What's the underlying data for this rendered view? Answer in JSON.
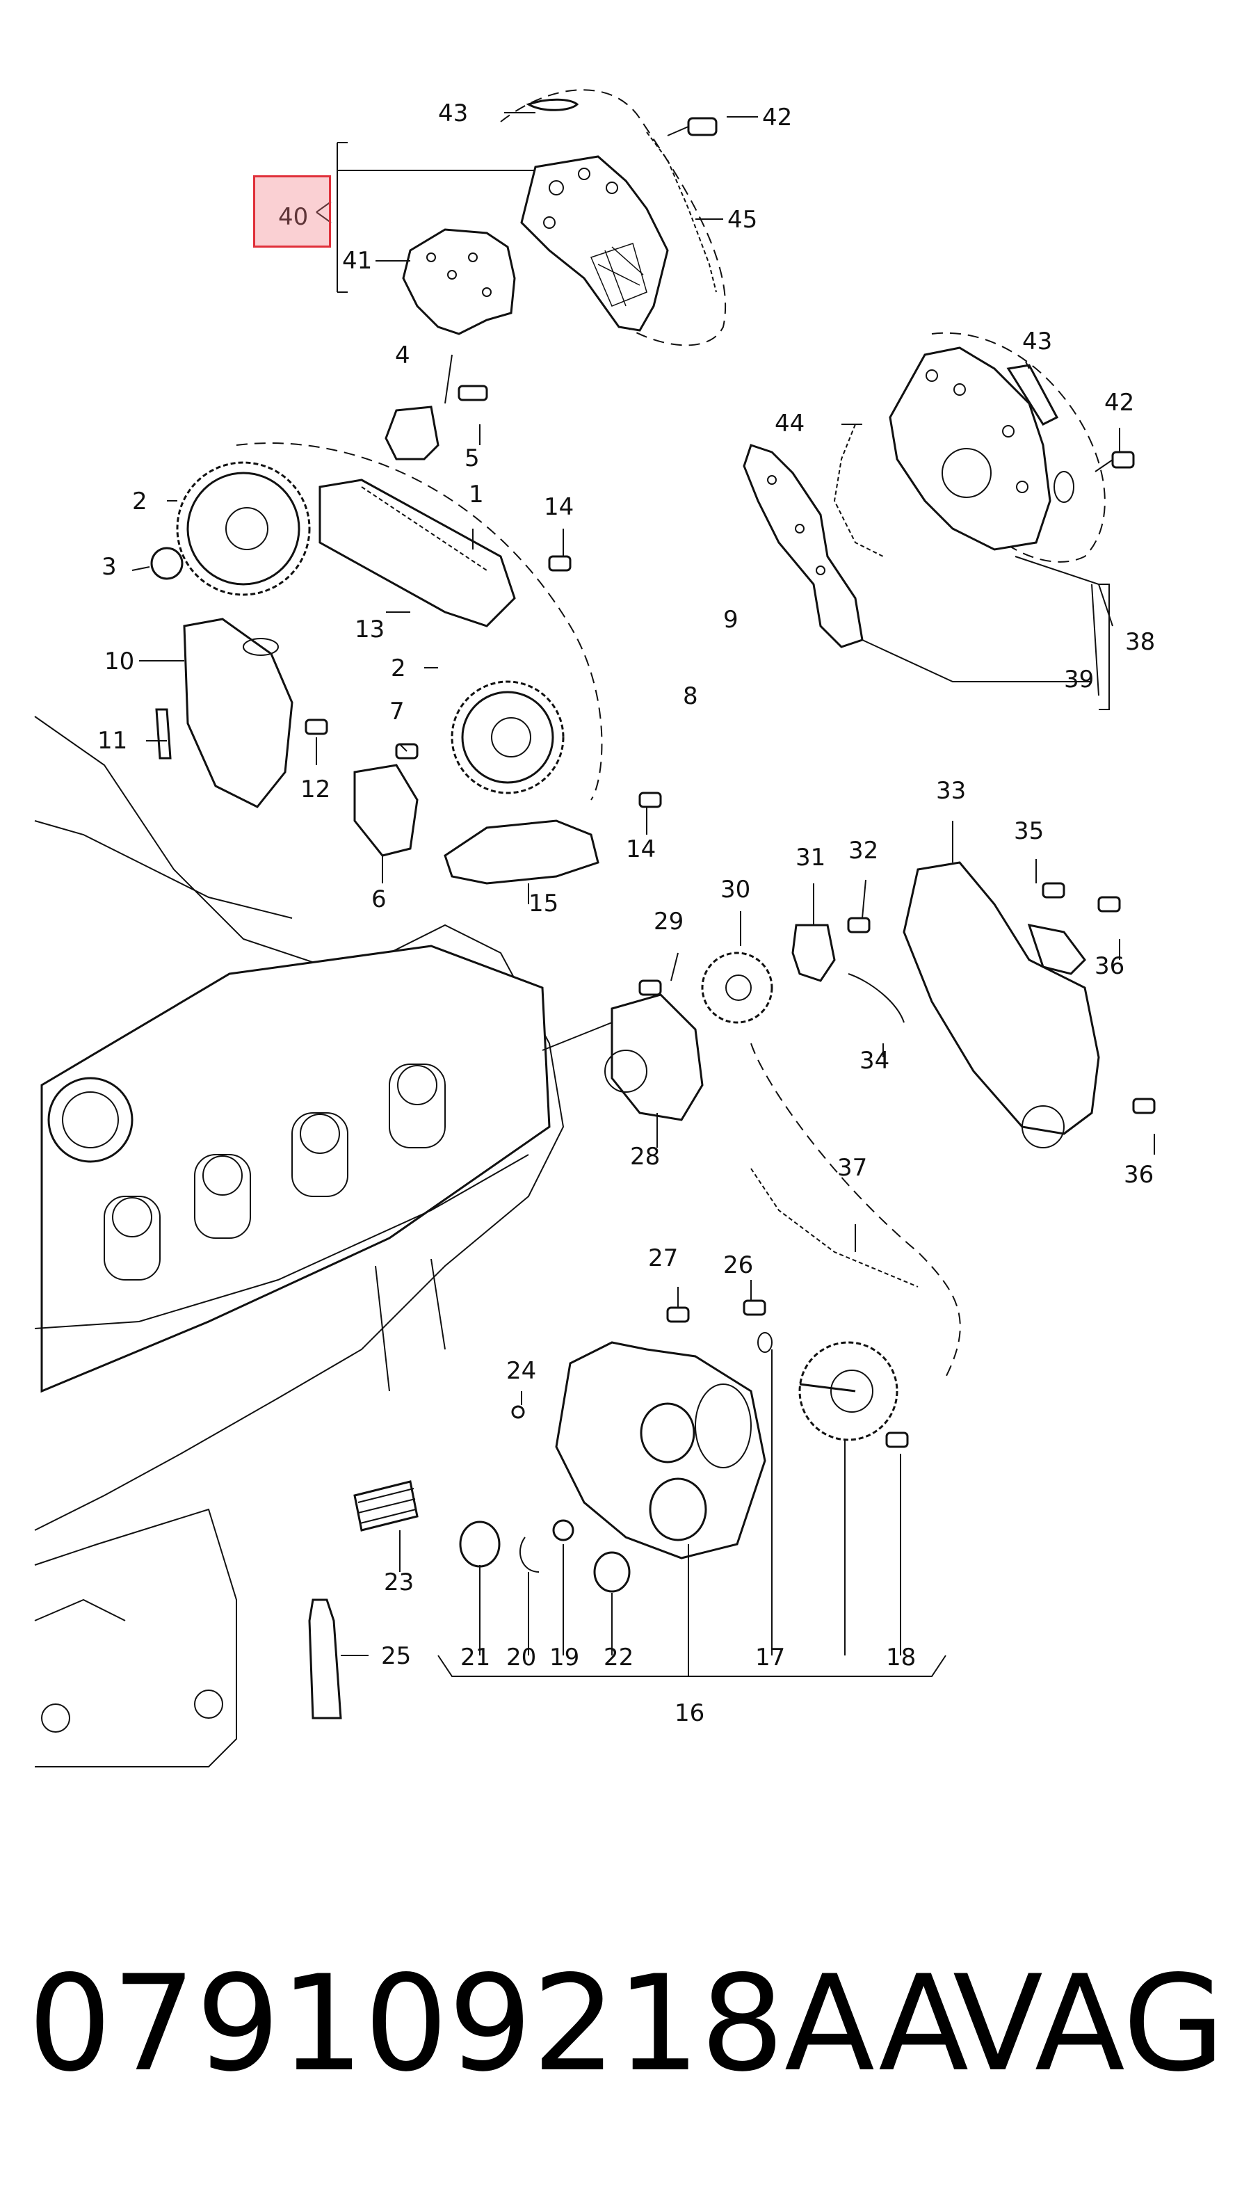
{
  "callouts": {
    "c1": "1",
    "c2a": "2",
    "c2b": "2",
    "c3": "3",
    "c4": "4",
    "c5": "5",
    "c6": "6",
    "c7": "7",
    "c8": "8",
    "c9": "9",
    "c10": "10",
    "c11": "11",
    "c12": "12",
    "c13": "13",
    "c14a": "14",
    "c14b": "14",
    "c15": "15",
    "c16": "16",
    "c17": "17",
    "c18": "18",
    "c19": "19",
    "c20": "20",
    "c21": "21",
    "c22": "22",
    "c23": "23",
    "c24": "24",
    "c25": "25",
    "c26": "26",
    "c27": "27",
    "c28": "28",
    "c29": "29",
    "c30": "30",
    "c31": "31",
    "c32": "32",
    "c33": "33",
    "c34": "34",
    "c35": "35",
    "c36a": "36",
    "c36b": "36",
    "c37": "37",
    "c38": "38",
    "c39": "39",
    "c40": "40",
    "c41": "41",
    "c42a": "42",
    "c42b": "42",
    "c43a": "43",
    "c43b": "43",
    "c44": "44",
    "c45": "45"
  },
  "highlighted_callout": "40",
  "highlight_color": "#e0303a",
  "caption": {
    "part_number": "079109218AA",
    "brand": "VAG"
  }
}
